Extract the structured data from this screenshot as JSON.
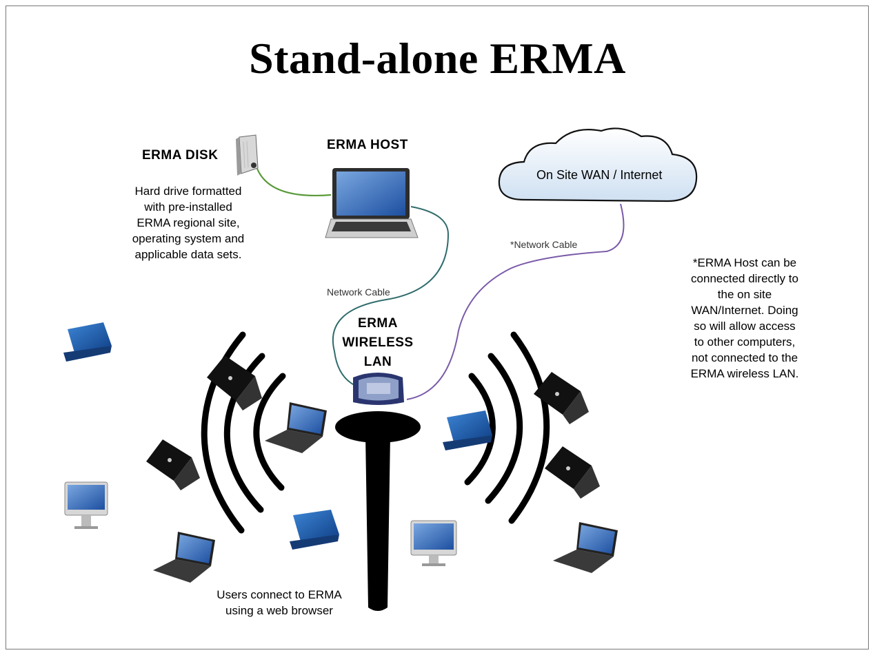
{
  "title": "Stand-alone ERMA",
  "labels": {
    "erma_disk": "ERMA DISK",
    "erma_host": "ERMA HOST",
    "cloud": "On Site WAN / Internet",
    "network_cable": "Network Cable",
    "network_cable_star": "*Network Cable",
    "wireless_lan_line1": "ERMA",
    "wireless_lan_line2": "WIRELESS",
    "wireless_lan_line3": "LAN"
  },
  "notes": {
    "disk_desc": [
      "Hard drive formatted",
      "with pre-installed",
      "ERMA regional site,",
      "operating system and",
      "applicable data sets."
    ],
    "host_note": [
      "*ERMA Host can be",
      "connected directly to",
      "the on site",
      "WAN/Internet. Doing",
      "so will allow access",
      "to other computers,",
      "not connected to the",
      "ERMA wireless LAN."
    ],
    "users": [
      "Users connect to ERMA",
      "using a web browser"
    ]
  },
  "colors": {
    "disk_cable": "#5a9a3a",
    "host_cable": "#2f6b6b",
    "wan_cable": "#7a5aa8",
    "router_cable": "#2e5e70",
    "laptop_blue": "#1f5fb0",
    "laptop_black": "#111111"
  }
}
